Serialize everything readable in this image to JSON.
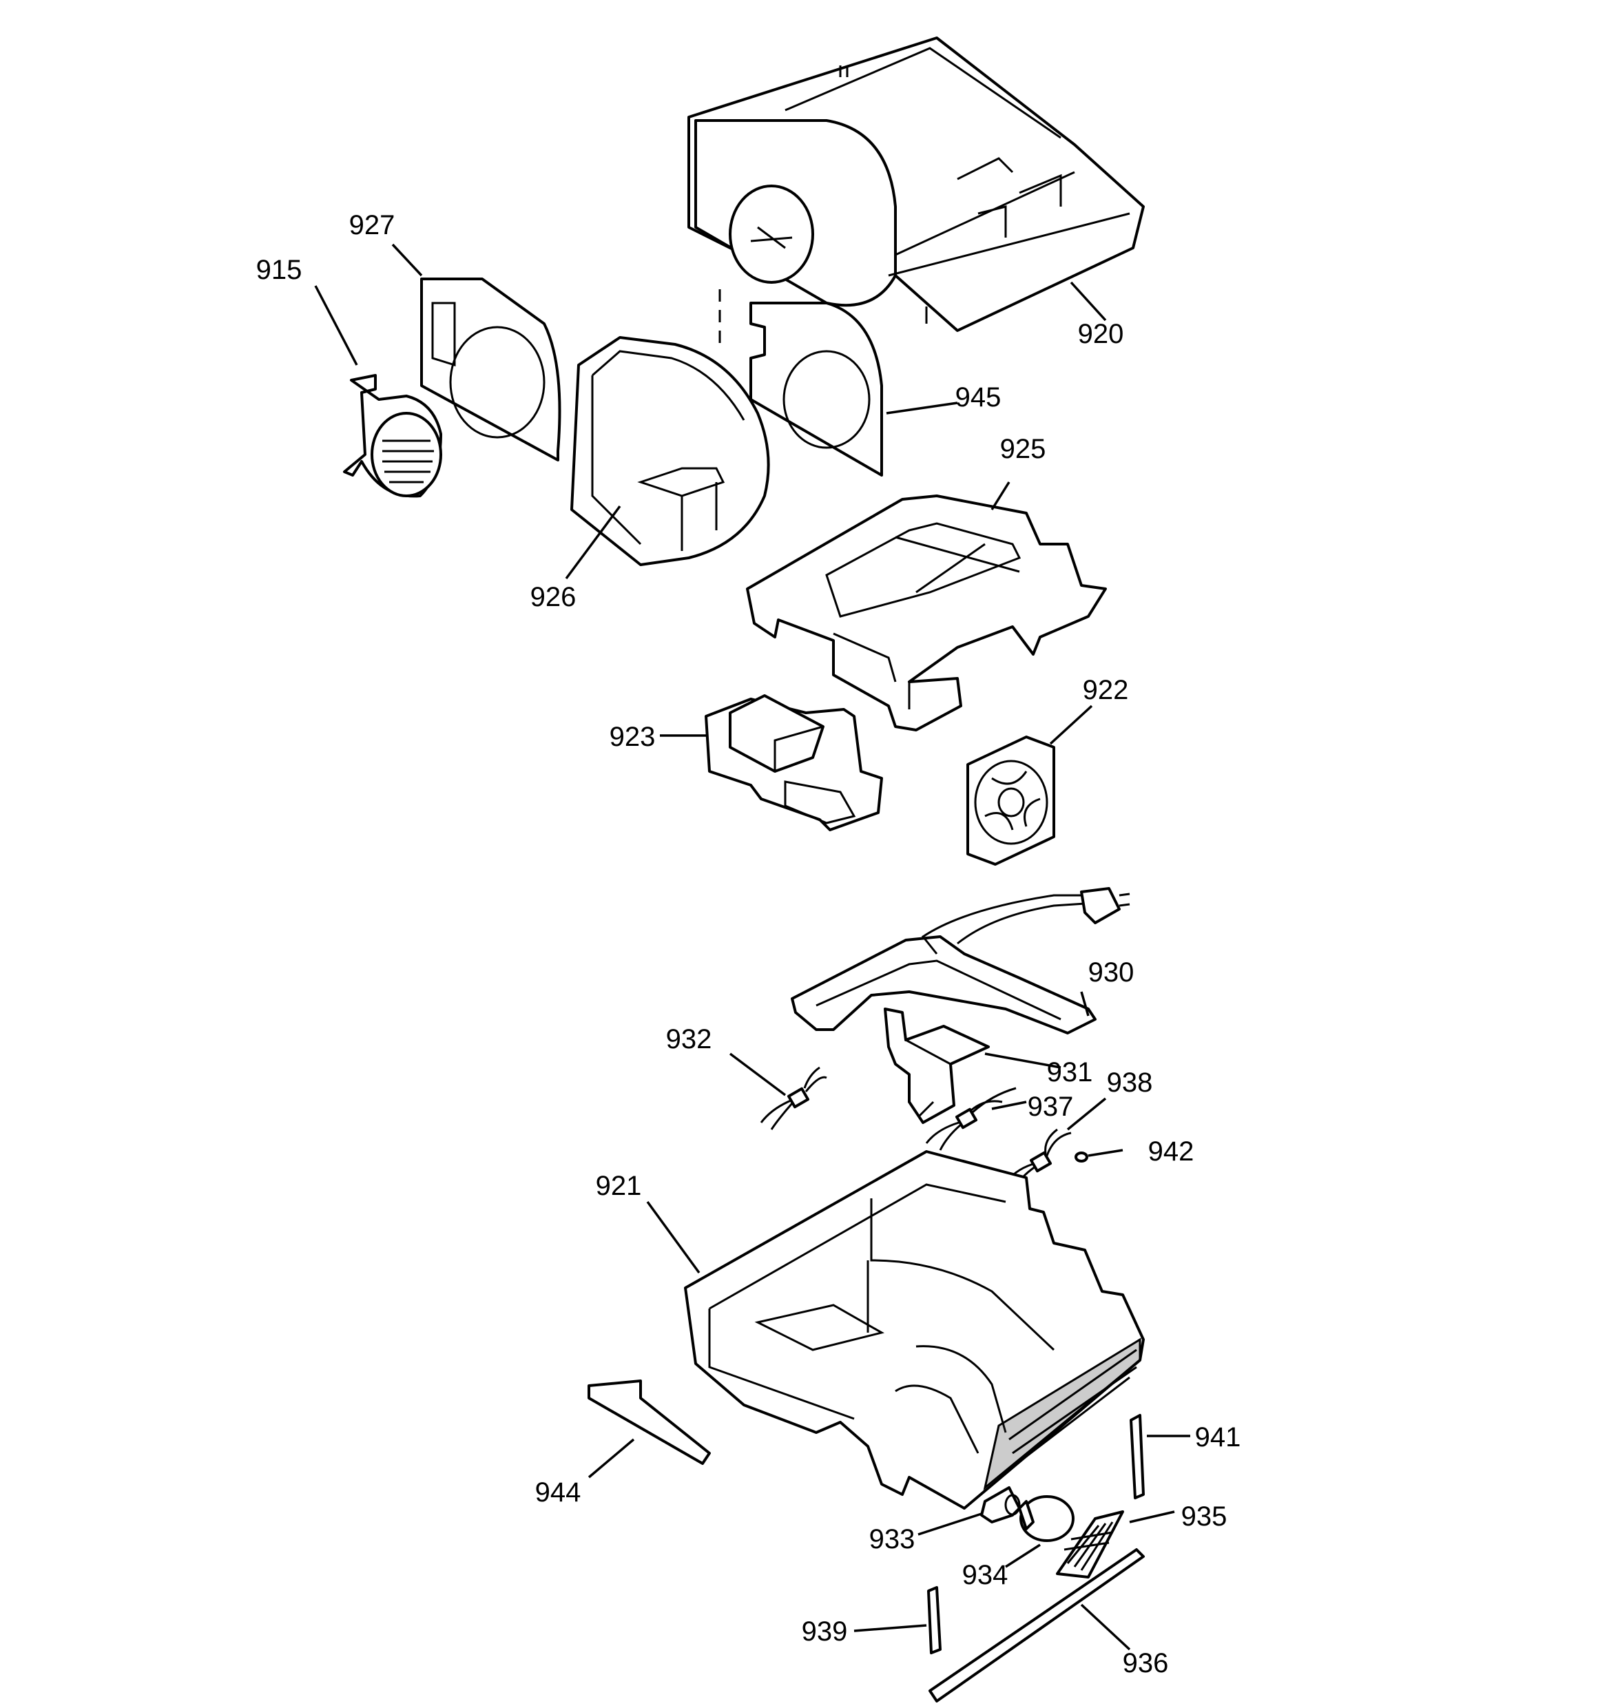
{
  "diagram": {
    "parts": [
      {
        "id": "p915",
        "label": "915"
      },
      {
        "id": "p927",
        "label": "927"
      },
      {
        "id": "p920",
        "label": "920"
      },
      {
        "id": "p945",
        "label": "945"
      },
      {
        "id": "p925",
        "label": "925"
      },
      {
        "id": "p926",
        "label": "926"
      },
      {
        "id": "p922",
        "label": "922"
      },
      {
        "id": "p923",
        "label": "923"
      },
      {
        "id": "p930",
        "label": "930"
      },
      {
        "id": "p932",
        "label": "932"
      },
      {
        "id": "p931",
        "label": "931"
      },
      {
        "id": "p938",
        "label": "938"
      },
      {
        "id": "p937",
        "label": "937"
      },
      {
        "id": "p942",
        "label": "942"
      },
      {
        "id": "p921",
        "label": "921"
      },
      {
        "id": "p941",
        "label": "941"
      },
      {
        "id": "p944",
        "label": "944"
      },
      {
        "id": "p935",
        "label": "935"
      },
      {
        "id": "p933",
        "label": "933"
      },
      {
        "id": "p934",
        "label": "934"
      },
      {
        "id": "p939",
        "label": "939"
      },
      {
        "id": "p936",
        "label": "936"
      }
    ]
  }
}
